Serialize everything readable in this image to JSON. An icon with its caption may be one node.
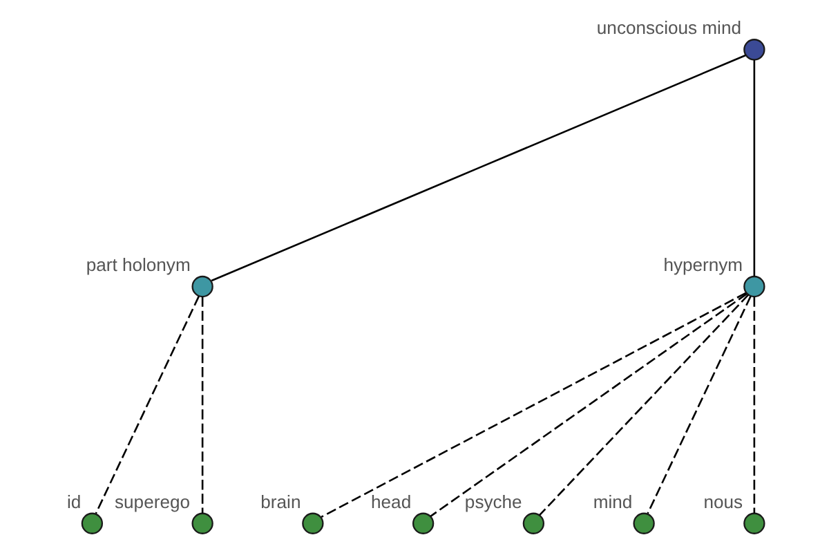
{
  "diagram": {
    "nodes": [
      {
        "text": [
          "unconscious mind"
        ]
      },
      {
        "text": [
          "part holonym"
        ]
      },
      {
        "text": [
          "id"
        ]
      },
      {
        "text": [
          "superego"
        ]
      },
      {
        "text": [
          "hypernym"
        ]
      },
      {
        "text": [
          "brain"
        ]
      },
      {
        "text": [
          "head"
        ]
      },
      {
        "text": [
          "psyche"
        ]
      },
      {
        "text": [
          "mind"
        ]
      },
      {
        "text": [
          "nous"
        ]
      }
    ],
    "edges": [
      {
        "from": 0,
        "to": 1,
        "arrow": "none"
      },
      {
        "from": 1,
        "to": 2,
        "arrow": "none",
        "style": "dashed"
      },
      {
        "from": 1,
        "to": 3,
        "arrow": "none",
        "style": "dashed"
      },
      {
        "from": 0,
        "to": 4,
        "arrow": "none"
      },
      {
        "from": 4,
        "to": 5,
        "arrow": "none",
        "style": "dashed"
      },
      {
        "from": 4,
        "to": 6,
        "arrow": "none",
        "style": "dashed"
      },
      {
        "from": 4,
        "to": 7,
        "arrow": "none",
        "style": "dashed"
      },
      {
        "from": 4,
        "to": 8,
        "arrow": "none",
        "style": "dashed"
      },
      {
        "from": 4,
        "to": 9,
        "arrow": "none",
        "style": "dashed"
      }
    ]
  }
}
